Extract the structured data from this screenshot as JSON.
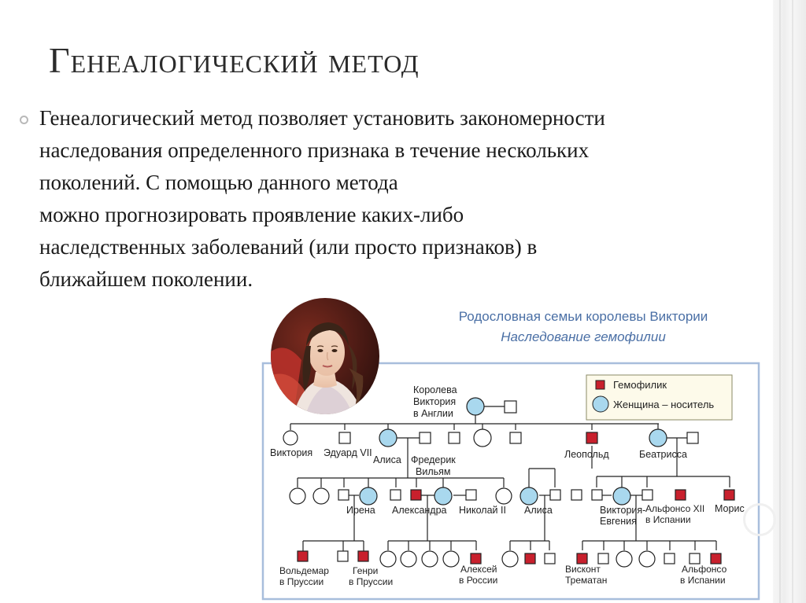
{
  "slide": {
    "title": "Генеалогический метод",
    "body_lines": [
      "Генеалогический метод позволяет установить закономерности",
      "наследования определенного признака в течение нескольких",
      "поколений. С помощью данного метода",
      "можно прогнозировать проявление каких-либо",
      "наследственных заболеваний (или просто признаков) в",
      "ближайшем поколении."
    ]
  },
  "pedigree": {
    "title": "Родословная семьи королевы Виктории",
    "subtitle": "Наследование гемофилии",
    "legend": {
      "affected_male": "Гемофилик",
      "carrier_female": "Женщина – носитель"
    },
    "labels": {
      "queen": [
        "Королева",
        "Виктория",
        "в Англии"
      ],
      "victoria": "Виктория",
      "edward": "Эдуард VII",
      "alice": "Алиса",
      "frederick": [
        "Фредерик",
        "Вильям"
      ],
      "leopold": "Леопольд",
      "beatrice": "Беатрисса",
      "irene": "Ирена",
      "alexandra": "Александра",
      "nicholas": "Николай II",
      "alice2": "Алиса",
      "victoria_eugenie": [
        "Виктория-",
        "Евгения"
      ],
      "alfonso_xii": [
        "Альфонсо XII",
        "в Испании"
      ],
      "maurice": "Морис",
      "waldemar": [
        "Вольдемар",
        "в Пруссии"
      ],
      "henry": [
        "Генри",
        "в Пруссии"
      ],
      "alexei": [
        "Алексей",
        "в России"
      ],
      "viscount": [
        "Висконт",
        "Трематан"
      ],
      "alfonso": [
        "Альфонсо",
        "в Испании"
      ]
    },
    "colors": {
      "affected": "#c8202d",
      "carrier": "#a9d8ee",
      "line": "#222222",
      "frame": "#a8bedc",
      "heading": "#4a6fa5"
    }
  }
}
